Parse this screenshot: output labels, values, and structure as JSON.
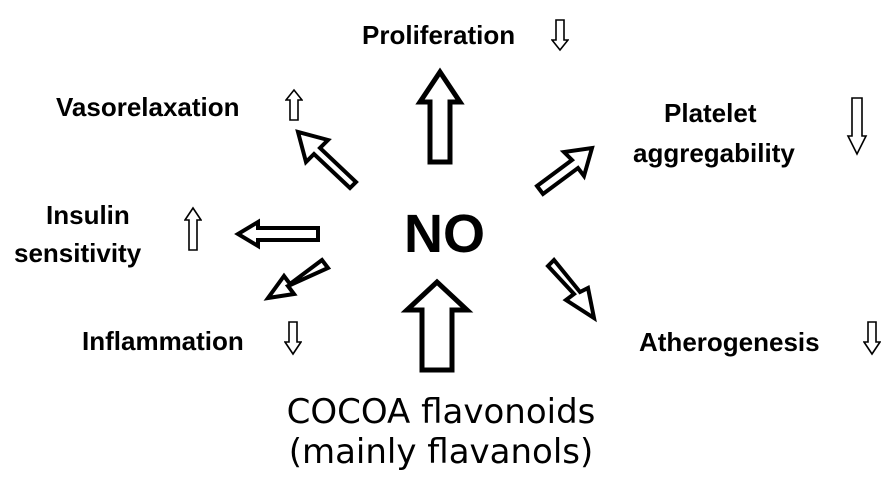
{
  "center": {
    "label": "NO"
  },
  "source": {
    "line1": "COCOA flavonoids",
    "line2": "(mainly flavanols)"
  },
  "effects": [
    {
      "id": "proliferation",
      "label": "Proliferation",
      "trend": "down"
    },
    {
      "id": "vasorelaxation",
      "label": "Vasorelaxation",
      "trend": "up"
    },
    {
      "id": "platelet",
      "label_line1": "Platelet",
      "label_line2": "aggregability",
      "trend": "down"
    },
    {
      "id": "insulin",
      "label_line1": "Insulin",
      "label_line2": "sensitivity",
      "trend": "up"
    },
    {
      "id": "inflammation",
      "label": "Inflammation",
      "trend": "down"
    },
    {
      "id": "atherogenesis",
      "label": "Atherogenesis",
      "trend": "down"
    }
  ],
  "colors": {
    "stroke": "#000000",
    "fill": "#ffffff",
    "text": "#000000"
  }
}
